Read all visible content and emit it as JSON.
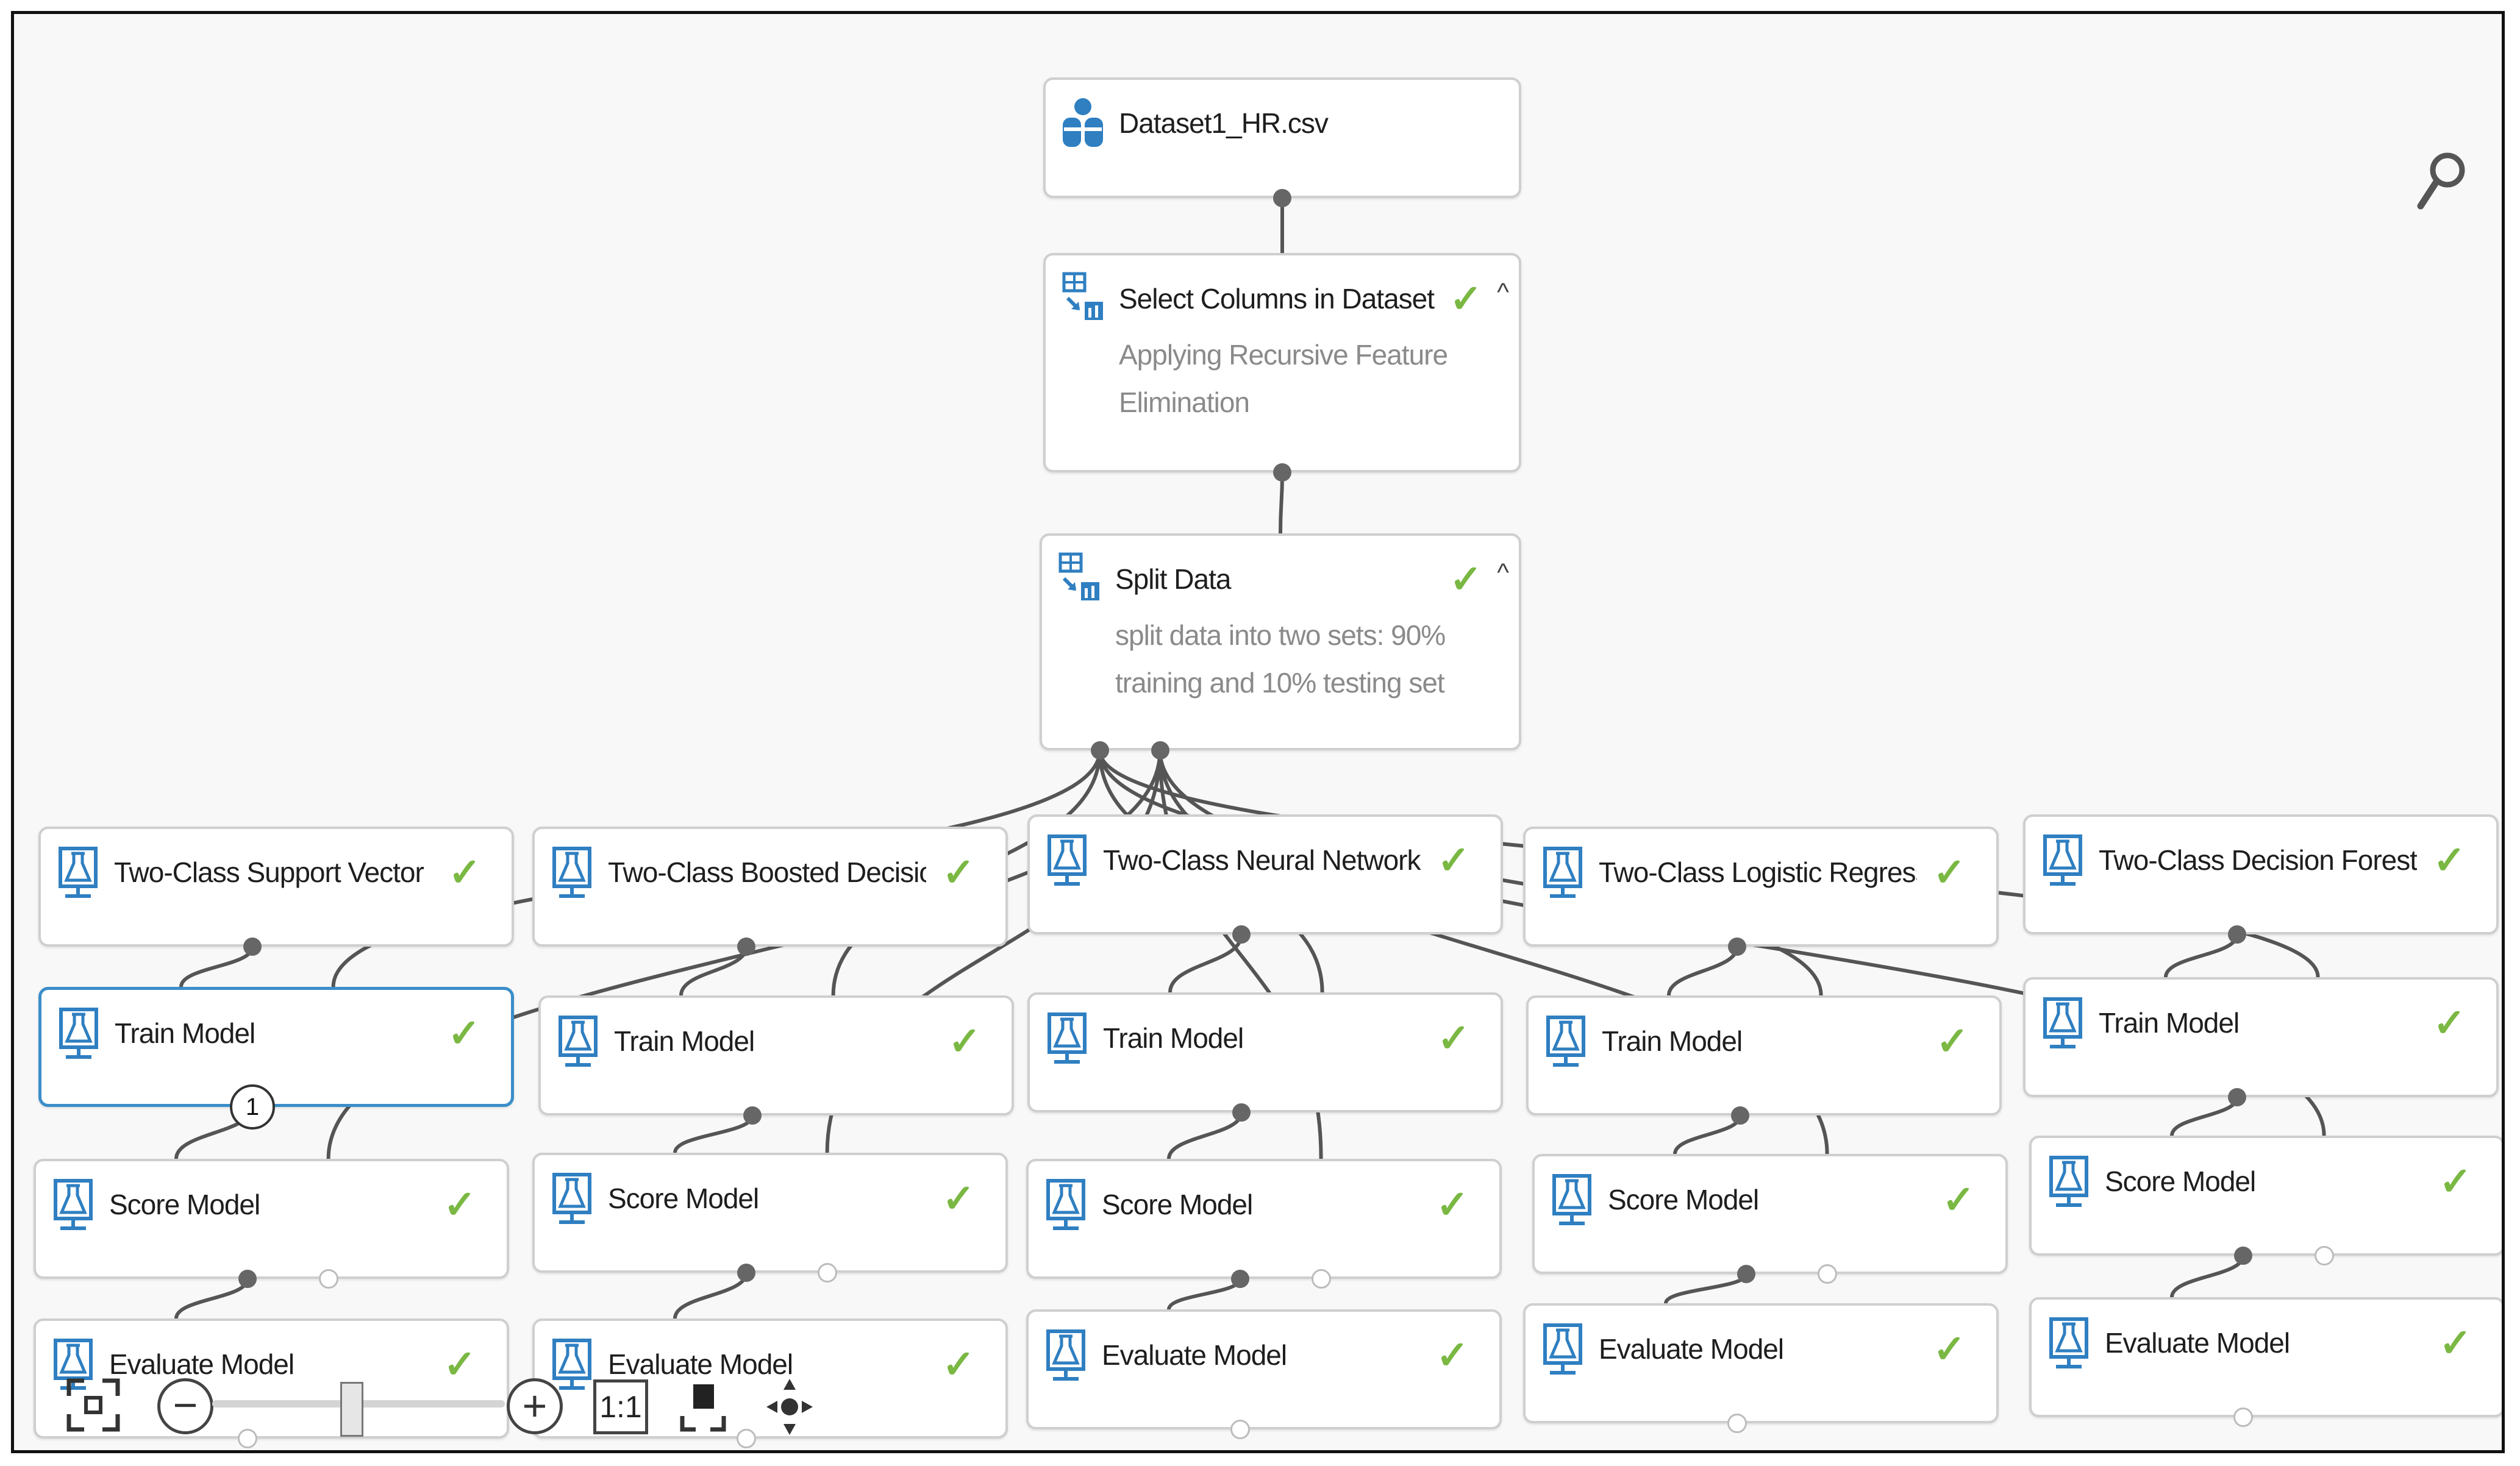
{
  "colors": {
    "check": "#7ab843",
    "selected_border": "#3b8ec9",
    "node_border": "#cfcfcf",
    "wire": "#555555"
  },
  "nodes": [
    {
      "id": "dataset",
      "title": "Dataset1_HR.csv",
      "icon": "dataset-icon",
      "check": "",
      "caret": "",
      "sub": []
    },
    {
      "id": "select-columns",
      "title": "Select Columns in Dataset",
      "icon": "transform-icon",
      "check": "✓",
      "caret": "^",
      "sub": [
        "Applying Recursive Feature",
        "Elimination"
      ]
    },
    {
      "id": "split-data",
      "title": "Split Data",
      "icon": "transform-icon",
      "check": "✓",
      "caret": "^",
      "sub": [
        "split data into two sets: 90%",
        "training  and 10% testing set"
      ]
    },
    {
      "id": "svm",
      "title": "Two-Class Support Vector M...",
      "icon": "flask-icon",
      "check": "✓",
      "caret": "",
      "sub": []
    },
    {
      "id": "boosted",
      "title": "Two-Class Boosted Decision...",
      "icon": "flask-icon",
      "check": "✓",
      "caret": "",
      "sub": []
    },
    {
      "id": "neural",
      "title": "Two-Class Neural Network",
      "icon": "flask-icon",
      "check": "✓",
      "caret": "",
      "sub": []
    },
    {
      "id": "logistic",
      "title": "Two-Class Logistic Regression",
      "icon": "flask-icon",
      "check": "✓",
      "caret": "",
      "sub": []
    },
    {
      "id": "forest",
      "title": "Two-Class Decision Forest",
      "icon": "flask-icon",
      "check": "✓",
      "caret": "",
      "sub": []
    },
    {
      "id": "train-1",
      "title": "Train Model",
      "icon": "flask-icon",
      "check": "✓",
      "caret": "",
      "sub": []
    },
    {
      "id": "train-2",
      "title": "Train Model",
      "icon": "flask-icon",
      "check": "✓",
      "caret": "",
      "sub": []
    },
    {
      "id": "train-3",
      "title": "Train Model",
      "icon": "flask-icon",
      "check": "✓",
      "caret": "",
      "sub": []
    },
    {
      "id": "train-4",
      "title": "Train Model",
      "icon": "flask-icon",
      "check": "✓",
      "caret": "",
      "sub": []
    },
    {
      "id": "train-5",
      "title": "Train Model",
      "icon": "flask-icon",
      "check": "✓",
      "caret": "",
      "sub": []
    },
    {
      "id": "score-1",
      "title": "Score Model",
      "icon": "flask-icon",
      "check": "✓",
      "caret": "",
      "sub": []
    },
    {
      "id": "score-2",
      "title": "Score Model",
      "icon": "flask-icon",
      "check": "✓",
      "caret": "",
      "sub": []
    },
    {
      "id": "score-3",
      "title": "Score Model",
      "icon": "flask-icon",
      "check": "✓",
      "caret": "",
      "sub": []
    },
    {
      "id": "score-4",
      "title": "Score Model",
      "icon": "flask-icon",
      "check": "✓",
      "caret": "",
      "sub": []
    },
    {
      "id": "score-5",
      "title": "Score Model",
      "icon": "flask-icon",
      "check": "✓",
      "caret": "",
      "sub": []
    },
    {
      "id": "evaluate-1",
      "title": "Evaluate Model",
      "icon": "flask-icon",
      "check": "✓",
      "caret": "",
      "sub": []
    },
    {
      "id": "evaluate-2",
      "title": "Evaluate Model",
      "icon": "flask-icon",
      "check": "✓",
      "caret": "",
      "sub": []
    },
    {
      "id": "evaluate-3",
      "title": "Evaluate Model",
      "icon": "flask-icon",
      "check": "✓",
      "caret": "",
      "sub": []
    },
    {
      "id": "evaluate-4",
      "title": "Evaluate Model",
      "icon": "flask-icon",
      "check": "✓",
      "caret": "",
      "sub": []
    },
    {
      "id": "evaluate-5",
      "title": "Evaluate Model",
      "icon": "flask-icon",
      "check": "✓",
      "caret": "",
      "sub": []
    }
  ],
  "badge": "1",
  "toolbar": {
    "zoom_out": "−",
    "zoom_in": "+",
    "actual_size": "1:1",
    "zoom_level": 0.47
  }
}
